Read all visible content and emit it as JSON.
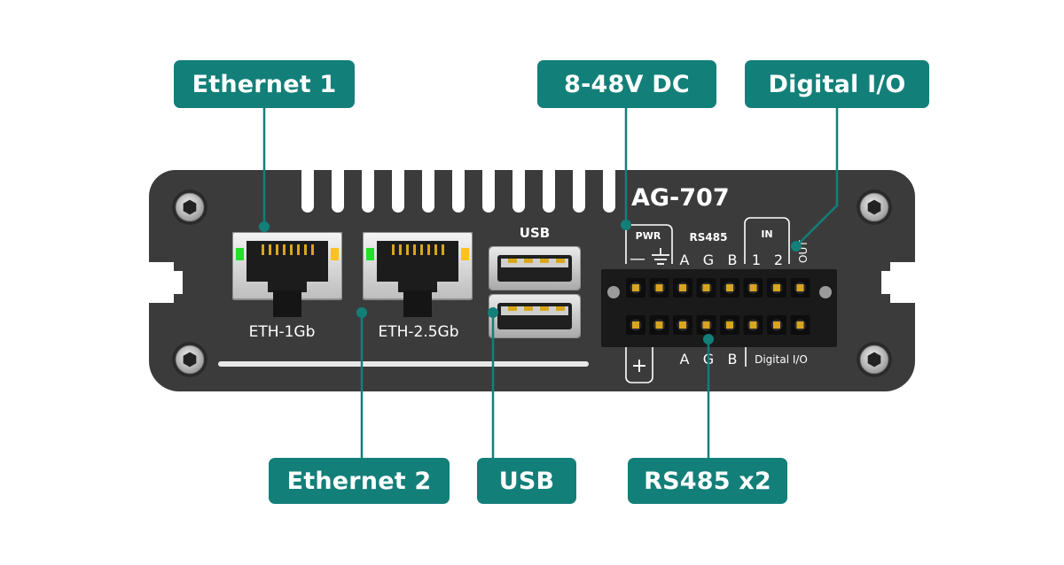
{
  "callouts": {
    "ethernet1": "Ethernet 1",
    "ethernet2": "Ethernet 2",
    "usb": "USB",
    "power": "8-48V DC",
    "digital_io": "Digital I/O",
    "rs485": "RS485 x2"
  },
  "device": {
    "model": "AG-707",
    "port_eth1_label": "ETH-1Gb",
    "port_eth2_label": "ETH-2.5Gb",
    "port_usb_label": "USB",
    "pwr_label": "PWR",
    "pwr_minus": "—",
    "pwr_plus": "+",
    "rs485_label": "RS485",
    "rs485_top_a": "A",
    "rs485_top_g": "G",
    "rs485_top_b": "B",
    "in_label": "IN",
    "in_1": "1",
    "in_2": "2",
    "out_label": "OUT",
    "rs485_bottom_a": "A",
    "rs485_bottom_g": "G",
    "rs485_bottom_b": "B",
    "digital_io_label": "Digital I/O"
  },
  "colors": {
    "accent": "#137f79",
    "chassis": "#3a3a3a",
    "led_green": "#22e02a",
    "led_amber": "#ffc21a",
    "pin_gold": "#d9a521"
  },
  "icons": {
    "ground": "ground-icon",
    "screw": "hex-screw-icon"
  }
}
